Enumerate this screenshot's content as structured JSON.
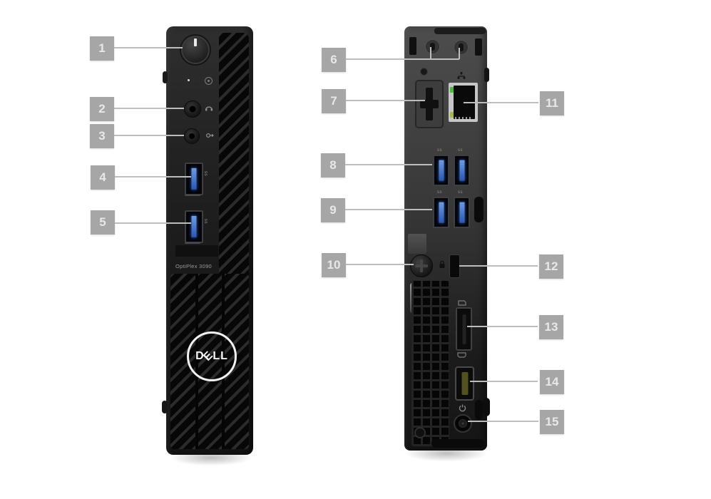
{
  "front": {
    "model_label": "OptiPlex 3090",
    "logo": {
      "d": "D",
      "e": "E",
      "ll": "LL"
    },
    "usb_badge": "ss",
    "callouts": [
      {
        "number": "1",
        "target": "power-button"
      },
      {
        "number": "2",
        "target": "headset-jack"
      },
      {
        "number": "3",
        "target": "line-out-jack"
      },
      {
        "number": "4",
        "target": "usb-port-top"
      },
      {
        "number": "5",
        "target": "usb-port-bottom"
      }
    ]
  },
  "back": {
    "usb_badge": "ss",
    "callouts": [
      {
        "number": "6",
        "target": "antenna-connectors"
      },
      {
        "number": "7",
        "target": "expansion-slot-cover"
      },
      {
        "number": "8",
        "target": "usb-ports-row-1"
      },
      {
        "number": "9",
        "target": "usb-ports-row-2"
      },
      {
        "number": "10",
        "target": "thumbscrew"
      },
      {
        "number": "11",
        "target": "ethernet-port"
      },
      {
        "number": "12",
        "target": "security-lock-slot"
      },
      {
        "number": "13",
        "target": "displayport"
      },
      {
        "number": "14",
        "target": "hdmi-port"
      },
      {
        "number": "15",
        "target": "power-connector"
      }
    ]
  },
  "colors": {
    "label_box": "#a6a6a6",
    "label_text": "#e8e8e8",
    "callout_line": "#bdbdbd",
    "usb_blue": "#3566c4",
    "ethernet_led_green": "#4fb83e",
    "ethernet_led_amber": "#a8b83e",
    "chassis_dark": "#1a1a1a",
    "background": "#ffffff"
  }
}
